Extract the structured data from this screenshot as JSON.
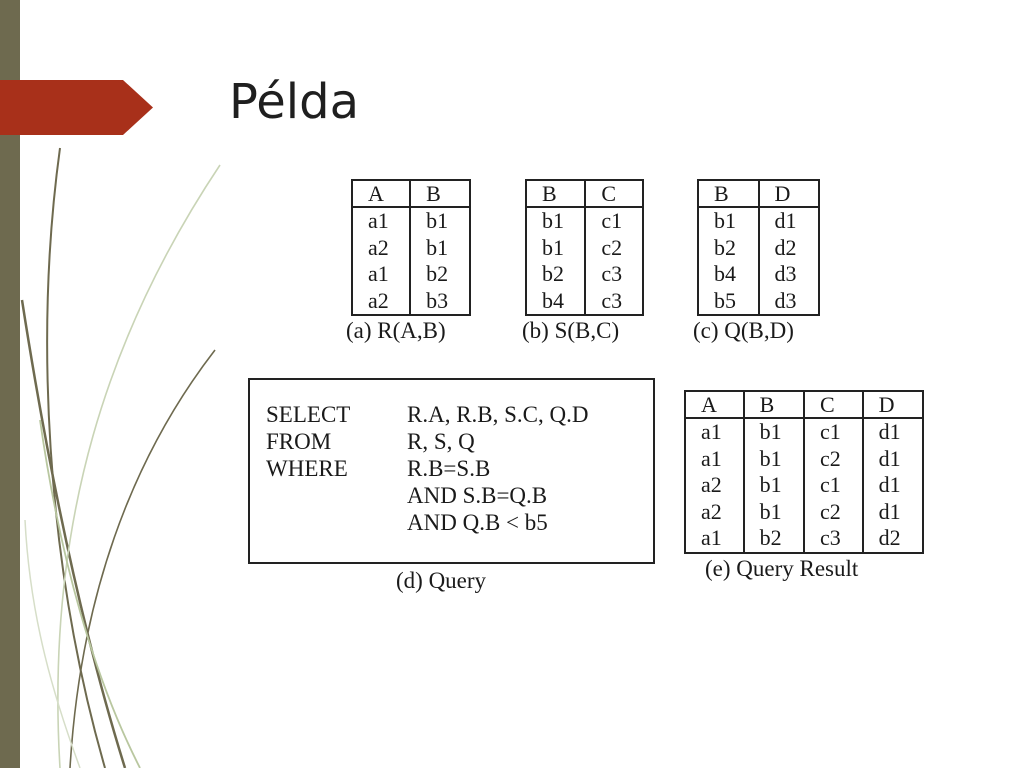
{
  "slide": {
    "title": "Példa"
  },
  "tables": {
    "r": {
      "caption": "(a) R(A,B)",
      "headers": [
        "A",
        "B"
      ],
      "rows": [
        [
          "a1",
          "b1"
        ],
        [
          "a2",
          "b1"
        ],
        [
          "a1",
          "b2"
        ],
        [
          "a2",
          "b3"
        ]
      ]
    },
    "s": {
      "caption": "(b) S(B,C)",
      "headers": [
        "B",
        "C"
      ],
      "rows": [
        [
          "b1",
          "c1"
        ],
        [
          "b1",
          "c2"
        ],
        [
          "b2",
          "c3"
        ],
        [
          "b4",
          "c3"
        ]
      ]
    },
    "q": {
      "caption": "(c) Q(B,D)",
      "headers": [
        "B",
        "D"
      ],
      "rows": [
        [
          "b1",
          "d1"
        ],
        [
          "b2",
          "d2"
        ],
        [
          "b4",
          "d3"
        ],
        [
          "b5",
          "d3"
        ]
      ]
    },
    "result": {
      "caption": "(e) Query Result",
      "headers": [
        "A",
        "B",
        "C",
        "D"
      ],
      "rows": [
        [
          "a1",
          "b1",
          "c1",
          "d1"
        ],
        [
          "a1",
          "b1",
          "c2",
          "d1"
        ],
        [
          "a2",
          "b1",
          "c1",
          "d1"
        ],
        [
          "a2",
          "b1",
          "c2",
          "d1"
        ],
        [
          "a1",
          "b2",
          "c3",
          "d2"
        ]
      ]
    }
  },
  "query": {
    "caption": "(d) Query",
    "lines": [
      {
        "keyword": "SELECT",
        "text": "R.A, R.B, S.C, Q.D"
      },
      {
        "keyword": "FROM",
        "text": "R, S, Q"
      },
      {
        "keyword": "WHERE",
        "text": "R.B=S.B"
      },
      {
        "keyword": "",
        "text": "AND S.B=Q.B"
      },
      {
        "keyword": "",
        "text": "AND Q.B < b5"
      }
    ]
  },
  "colors": {
    "sidebar": "#6e6a4f",
    "arrow": "#a8301a",
    "curves_olive": "#6e6a4f",
    "curves_green": "#b9c7a0"
  }
}
